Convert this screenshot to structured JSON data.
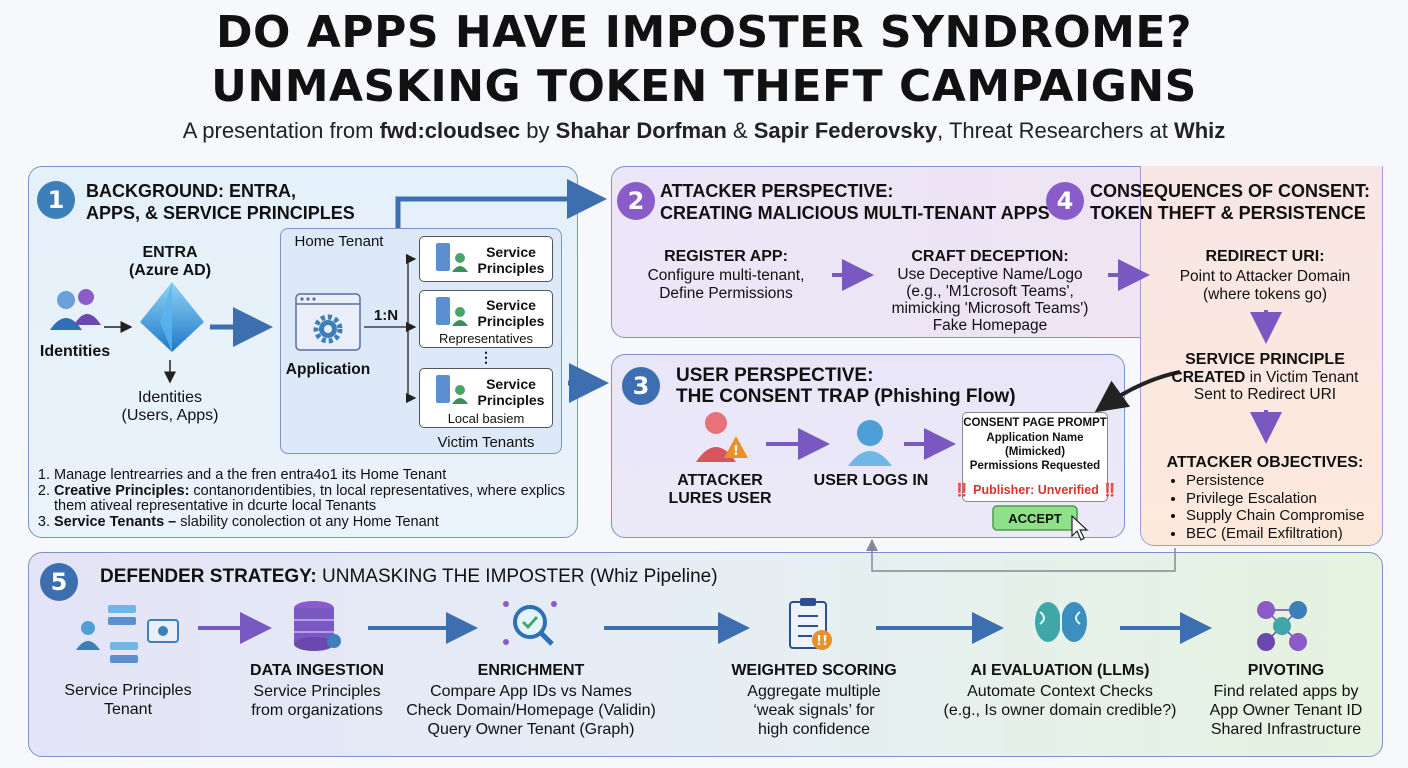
{
  "header": {
    "title_line1": "DO APPS HAVE IMPOSTER SYNDROME?",
    "title_line2": "UNMASKING TOKEN THEFT CAMPAIGNS",
    "subtitle_prefix": "A presentation from ",
    "subtitle_event": "fwd:cloudsec",
    "subtitle_by": " by ",
    "subtitle_author1": "Shahar Dorfman",
    "subtitle_amp": " & ",
    "subtitle_author2": "Sapir Federovsky",
    "subtitle_role": ", Threat Researchers at ",
    "subtitle_company": "Whiz"
  },
  "section1": {
    "number": "1",
    "title_line1": "BACKGROUND: ENTRA,",
    "title_line2": "APPS, & SERVICE PRINCIPLES",
    "entra_line1": "ENTRA",
    "entra_line2": "(Azure AD)",
    "identities_label": "Identities",
    "identities_sub_line1": "Identities",
    "identities_sub_line2": "(Users, Apps)",
    "home_tenant": "Home Tenant",
    "application": "Application",
    "ratio": "1:N",
    "sp_label_line1": "Service",
    "sp_label_line2": "Principles",
    "representatives": "Representatives",
    "ellipsis": "⋮",
    "local_basiem": "Local basiem",
    "victim_tenants": "Victim Tenants",
    "list": [
      {
        "bold": "",
        "text": "Manage lentrearries and a the fren entra4o1 its Home Tenant"
      },
      {
        "bold": "Creative Principles:",
        "text": " contanorıdentibies, tn local representatives, where explics them ativeal representative in dcurte local Tenants"
      },
      {
        "bold": "Service  Tenants –",
        "text": " slability conolection ot any Home Tenant"
      }
    ]
  },
  "section2": {
    "number": "2",
    "title_line1": "ATTACKER PERSPECTIVE:",
    "title_line2": "CREATING MALICIOUS MULTI-TENANT APPS",
    "register_title": "REGISTER APP:",
    "register_line1": "Configure multi-tenant,",
    "register_line2": "Define Permissions",
    "craft_title": "CRAFT DECEPTION:",
    "craft_line1": "Use Deceptive Name/Logo",
    "craft_line2": "(e.g., 'M1crosoft Teams',",
    "craft_line3": "mimicking 'Microsoft Teams')",
    "craft_line4": "Fake Homepage"
  },
  "section3": {
    "number": "3",
    "title_line1": "USER PERSPECTIVE:",
    "title_line2": "THE CONSENT TRAP (Phishing Flow)",
    "lures_line1": "ATTACKER",
    "lures_line2": "LURES USER",
    "logs_in": "USER LOGS IN",
    "consent_title": "CONSENT PAGE PROMPT",
    "consent_line1": "Application Name",
    "consent_line2": "(Mimicked)",
    "consent_line3": "Permissions Requested",
    "publisher": "‼️ Publisher: Unverified ‼️",
    "accept": "ACCEPT"
  },
  "section4": {
    "number": "4",
    "title_line1": "CONSEQUENCES OF CONSENT:",
    "title_line2": "TOKEN THEFT & PERSISTENCE",
    "redirect_title": "REDIRECT URI:",
    "redirect_line1": "Point to Attacker Domain",
    "redirect_line2": "(where tokens go)",
    "sp_created_line1": "SERVICE PRINCIPLE",
    "sp_created_bold": "CREATED",
    "sp_created_rest": " in Victim Tenant",
    "sp_created_line3": "Sent to Redirect URI",
    "objectives_title": "ATTACKER OBJECTIVES:",
    "objectives": [
      "Persistence",
      "Privilege Escalation",
      "Supply Chain Compromise",
      "BEC (Email Exfiltration)"
    ]
  },
  "section5": {
    "number": "5",
    "title_bold": "DEFENDER STRATEGY:",
    "title_rest": " UNMASKING THE IMPOSTER (Whiz Pipeline)",
    "source_line1": "Service Principles",
    "source_line2": "Tenant",
    "ingest_title": "DATA INGESTION",
    "ingest_line1": "Service Principles",
    "ingest_line2": "from organizations",
    "enrich_title": "ENRICHMENT",
    "enrich_line1": "Compare App IDs vs Names",
    "enrich_line2": "Check Domain/Homepage (Validin)",
    "enrich_line3": "Query Owner Tenant (Graph)",
    "scoring_title": "WEIGHTED SCORING",
    "scoring_line1": "Aggregate multiple",
    "scoring_line2": "‘weak signals’ for",
    "scoring_line3": "high confidence",
    "ai_title": "AI EVALUATION (LLMs)",
    "ai_line1": "Automate Context Checks",
    "ai_line2": "(e.g., Is owner domain credible?)",
    "pivot_title": "PIVOTING",
    "pivot_line1": "Find related apps by",
    "pivot_line2": "App Owner Tenant ID",
    "pivot_line3": "Shared Infrastructure"
  },
  "colors": {
    "blue_panel": "#e3f0fa",
    "purple_panel": "#ece6f7",
    "peach_panel": "#fbe8dc",
    "green_panel": "#e6f3e0",
    "badge_blue": "#3d7fb8",
    "badge_purple": "#8a5cc9",
    "arrow_blue": "#3d6fb0",
    "arrow_purple": "#7a58c2",
    "alert_red": "#d9342b",
    "accept_green": "#8fe08a"
  }
}
